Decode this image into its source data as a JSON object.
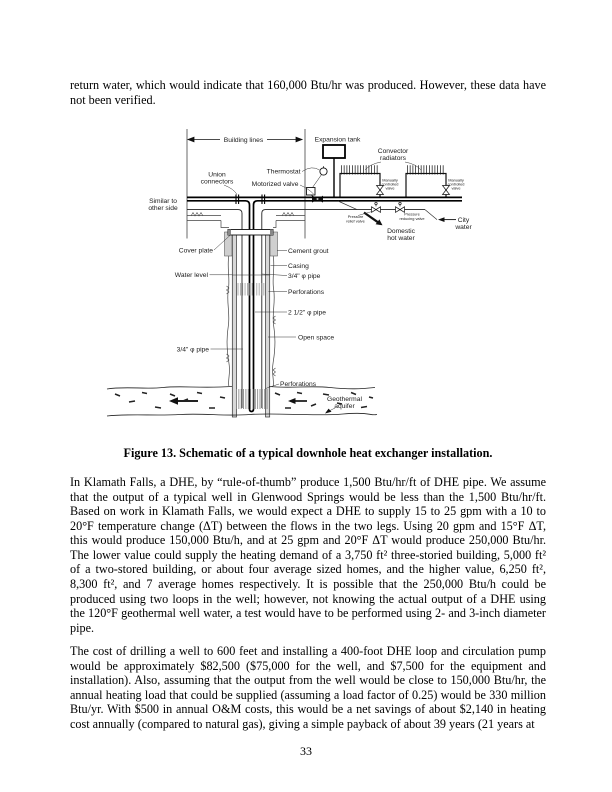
{
  "page": {
    "paragraph_top": "return water, which would indicate that 160,000 Btu/hr was produced.  However, these data have not been verified.",
    "figure_caption": "Figure 13.  Schematic of a typical downhole heat exchanger installation.",
    "paragraph_1": "In Klamath Falls, a DHE, by “rule-of-thumb” produce 1,500 Btu/hr/ft of DHE pipe.  We assume that the output of a typical well in Glenwood Springs would be less than the 1,500 Btu/hr/ft.  Based on work in Klamath Falls, we would expect a DHE to supply 15 to 25 gpm with a 10 to 20°F temperature change (ΔT) between the flows in the two legs.  Using 20 gpm and 15°F ΔT, this would produce 150,000 Btu/h, and at 25 gpm and 20°F ΔT would produce 250,000 Btu/hr.  The lower value could supply the heating demand of a 3,750 ft² three-storied building, 5,000 ft² of a two-stored building, or about four average sized homes, and the higher value, 6,250 ft², 8,300 ft², and 7 average homes respectively.   It is possible that the 250,000 Btu/h could be produced using two loops in the well; however, not knowing the actual output of a DHE using the 120°F geothermal well water, a test would have to be performed using 2- and 3-inch diameter pipe.",
    "paragraph_2": "The cost of drilling a well to 600 feet and installing a 400-foot DHE loop and circulation pump would be approximately $82,500 ($75,000 for the well, and $7,500 for the equipment and installation).  Also, assuming that the output from the well would be close to 150,000 Btu/hr, the annual heating load that could be supplied (assuming a load factor of 0.25) would be 330 million Btu/yr.  With $500 in annual O&M costs, this would be a net savings of about $2,140 in heating cost annually (compared to natural gas), giving a simple payback of about 39 years (21 years at",
    "page_number": "33"
  },
  "figure": {
    "labels": {
      "building_lines": "Building lines",
      "expansion_tank": "Expansion tank",
      "union_1": "Union",
      "union_2": "connectors",
      "thermostat": "Thermostat",
      "motorized_valve": "Motorized valve",
      "convector_1": "Convector",
      "convector_2": "radiators",
      "manually": "Manually",
      "controlled": "controlled",
      "valve": "valve",
      "similar_1": "Similar to",
      "similar_2": "other side",
      "pressure": "Pressure",
      "relief_valve": "relief valve",
      "reducing_valve": "reducing valve",
      "city_1": "City",
      "city_2": "water",
      "domestic_1": "Domestic",
      "domestic_2": "hot water",
      "cover_plate": "Cover plate",
      "cement_grout": "Cement grout",
      "casing": "Casing",
      "pipe_34": "3/4\" φ pipe",
      "perforations": "Perforations",
      "pipe_212": "2 1/2\" φ pipe",
      "open_space": "Open space",
      "water_level": "Water level",
      "geothermal_1": "Geothermal",
      "geothermal_2": "aquifer"
    }
  }
}
